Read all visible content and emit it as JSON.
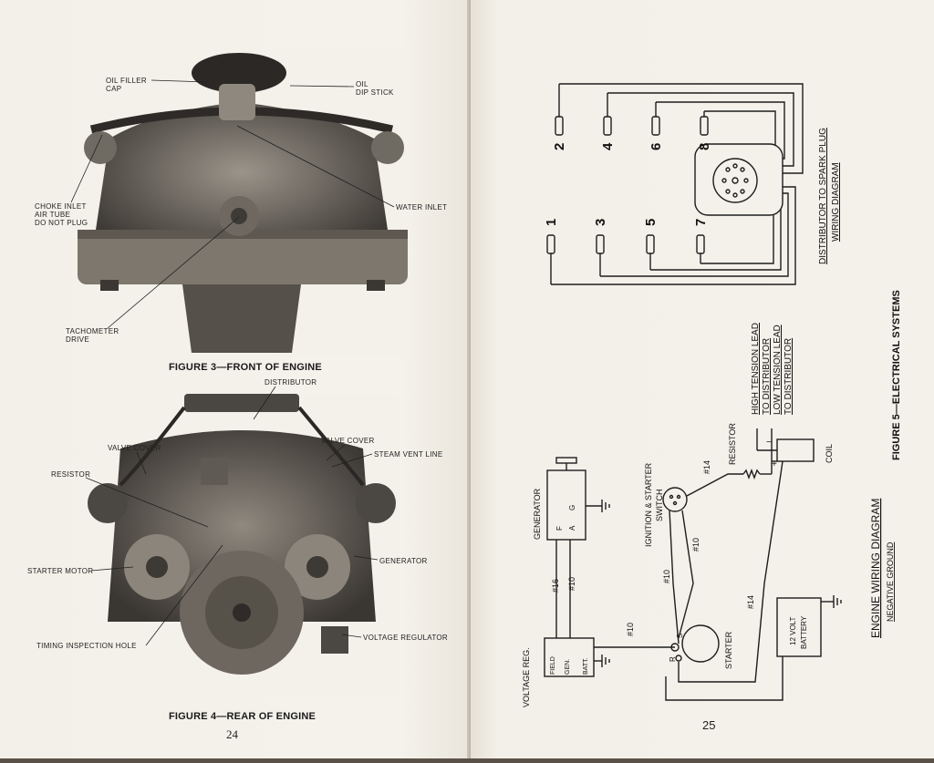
{
  "left_page": {
    "figure3": {
      "caption": "FIGURE 3—FRONT OF ENGINE",
      "labels": {
        "oil_filler_cap": "OIL FILLER\nCAP",
        "oil_dip_stick": "OIL\nDIP STICK",
        "choke_inlet": "CHOKE INLET\nAIR TUBE\nDO NOT PLUG",
        "water_inlet": "WATER INLET",
        "tachometer_drive": "TACHOMETER\nDRIVE"
      }
    },
    "figure4": {
      "caption": "FIGURE 4—REAR OF ENGINE",
      "labels": {
        "distributor": "DISTRIBUTOR",
        "valve_cover_left": "VALVE COVER",
        "valve_cover_right": "VALVE COVER",
        "steam_vent_line": "STEAM VENT LINE",
        "resistor": "RESISTOR",
        "starter_motor": "STARTER MOTOR",
        "generator": "GENERATOR",
        "timing_inspection_hole": "TIMING INSPECTION HOLE",
        "voltage_regulator": "VOLTAGE REGULATOR"
      }
    },
    "page_number": "24"
  },
  "right_page": {
    "figure5_caption": "FIGURE 5—ELECTRICAL SYSTEMS",
    "distributor_diagram": {
      "title": "DISTRIBUTOR TO SPARK PLUG",
      "subtitle": "WIRING DIAGRAM",
      "plugs_top": [
        "2",
        "4",
        "6",
        "8"
      ],
      "plugs_bottom": [
        "1",
        "3",
        "5",
        "7"
      ]
    },
    "wiring_diagram": {
      "title": "ENGINE WIRING DIAGRAM",
      "subtitle": "NEGATIVE GROUND",
      "labels": {
        "high_tension": "HIGH TENSION LEAD",
        "to_distributor_1": "TO DISTRIBUTOR",
        "low_tension": "LOW TENSION LEAD",
        "to_distributor_2": "TO DISTRIBUTOR",
        "resistor": "RESISTOR",
        "coil": "COIL",
        "ignition_switch": "IGNITION & STARTER",
        "switch": "SWITCH",
        "generator": "GENERATOR",
        "starter": "STARTER",
        "battery_1": "12 VOLT",
        "battery_2": "BATTERY",
        "voltage_reg": "VOLTAGE REG.",
        "field": "FIELD",
        "gen": "GEN.",
        "batt": "BATT.",
        "wire_14a": "#14",
        "wire_14b": "#14",
        "wire_10a": "#10",
        "wire_10b": "#10",
        "wire_10c": "#10",
        "wire_10d": "#10",
        "wire_16": "#16",
        "gen_f": "F",
        "gen_a": "A",
        "gen_g": "G",
        "term_r": "R",
        "term_s": "S",
        "plus": "+",
        "minus": "−"
      }
    },
    "page_number": "25"
  }
}
